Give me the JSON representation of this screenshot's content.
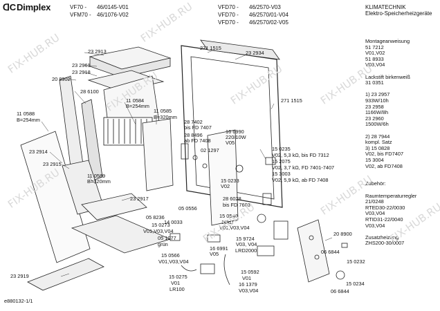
{
  "header": {
    "brand": "Dimplex",
    "models_left": [
      "VF70 -",
      "VFM70 -"
    ],
    "codes_left": [
      "46/0145-V01",
      "46/1076-V02"
    ],
    "models_mid": [
      "VFD70 -",
      "VFD70 -",
      "VFD70 -"
    ],
    "codes_mid": [
      "46/2570-V03",
      "46/2570/01-V04",
      "46/2570/02-V05"
    ],
    "category": [
      "KLIMATECHNIK",
      "Elektro-Speicherheizgeräte"
    ]
  },
  "side_notes": [
    "Montageanweisung",
    "51 7212",
    "V01,V02",
    "51 8933",
    "V03,V04",
    "",
    "Lackstift birkenweiß",
    "31 0351",
    "",
    "1) 23 2957",
    "     933W/10h",
    "     23 2958",
    "     1166W/8h",
    "     23 2960",
    "     1500W/6h",
    "",
    "2) 28 7944",
    "     kompl. Satz",
    "3) 15 0828",
    "     V02, bis FD7407",
    "     15 3004",
    "     V02, ab FD7408",
    "",
    "",
    "Zubehör:",
    "",
    "Raumtemperaturregler",
    "21/0248",
    "RTED30-22/0030",
    "V03,V04",
    "RTID31-22/0040",
    "V03,V04",
    "",
    "Zusatzheizung",
    "ZHS200-30/0007"
  ],
  "labels": [
    "23 2913",
    "23 2961",
    "23 2918",
    "20 8902",
    "28 6100",
    "11 0584",
    "B=254mm",
    "11 0585",
    "B=320mm",
    "11 0588",
    "B=254mm",
    "23 2914",
    "23 2915",
    "11 0589",
    "B=320mm",
    "23 2917",
    "23 2919",
    "271 1515",
    "23 2934",
    "271 1515",
    "28 7402",
    "bis FD 7407",
    "28 8496",
    "ab FD 7408",
    "16 6990",
    "220/10W",
    "V05",
    "02 1297",
    "15 0235",
    "V02, 5,3 kΩ, bis FD 7312",
    "15 2075",
    "V02, 3,7 kΩ, FD 7401-7407",
    "15 3003",
    "V02, 5,9 kΩ, ab FD 7408",
    "15 0233",
    "V02",
    "28 6028",
    "bis FD 7603",
    "05 0556",
    "05 8236",
    "14 0033",
    "15 0273",
    "V01,V03,V04",
    "05 1077",
    "grün",
    "15 0566",
    "V01,V03,V04",
    "16 6991",
    "V05",
    "15 0540",
    "10kΩ",
    "V01,V03,V04",
    "15 9724",
    "V03, V04",
    "LRD2000",
    "15 0275",
    "V01",
    "LR100",
    "15 0592",
    "V01",
    "16 1379",
    "V03,V04",
    "20 8900",
    "06 6844",
    "15 0232",
    "15 0234",
    "06 6844"
  ],
  "footer": {
    "code": "e880132-1/1"
  },
  "watermark": "FIX-HUB.RU"
}
